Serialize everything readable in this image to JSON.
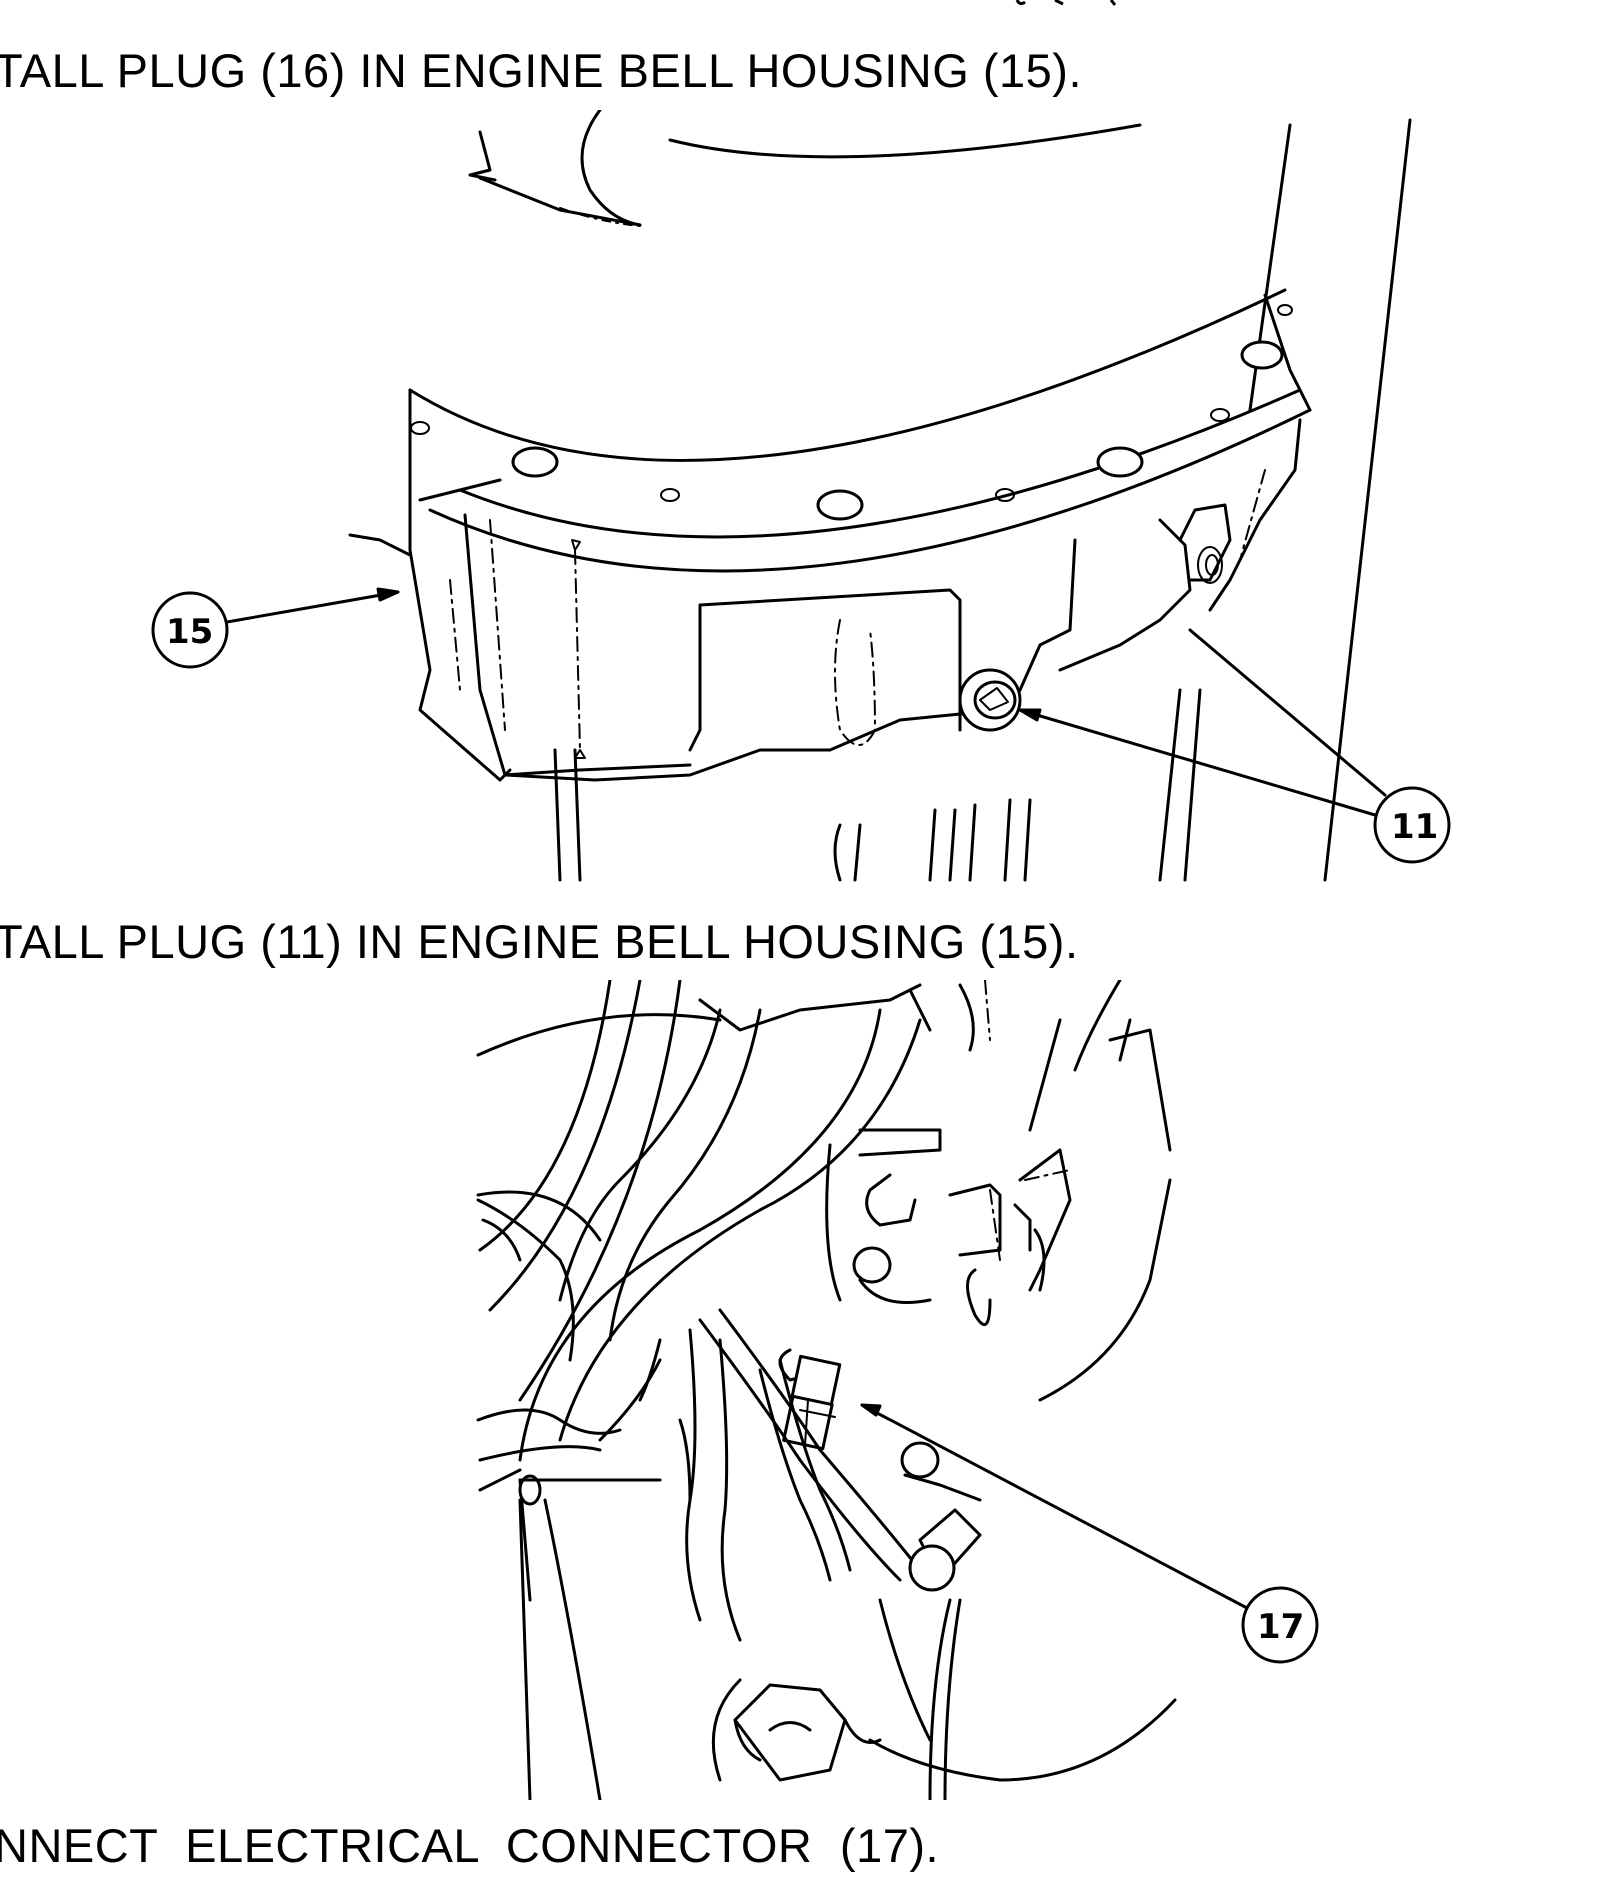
{
  "instructions": [
    "TALL PLUG (16) IN ENGINE BELL HOUSING (15).",
    "TALL PLUG (11) IN ENGINE BELL HOUSING (15).",
    "NNECT ELECTRICAL CONNECTOR (17)."
  ],
  "figure_1": {
    "callouts": [
      "15",
      "11"
    ]
  },
  "figure_2": {
    "callouts": [
      "17"
    ]
  }
}
